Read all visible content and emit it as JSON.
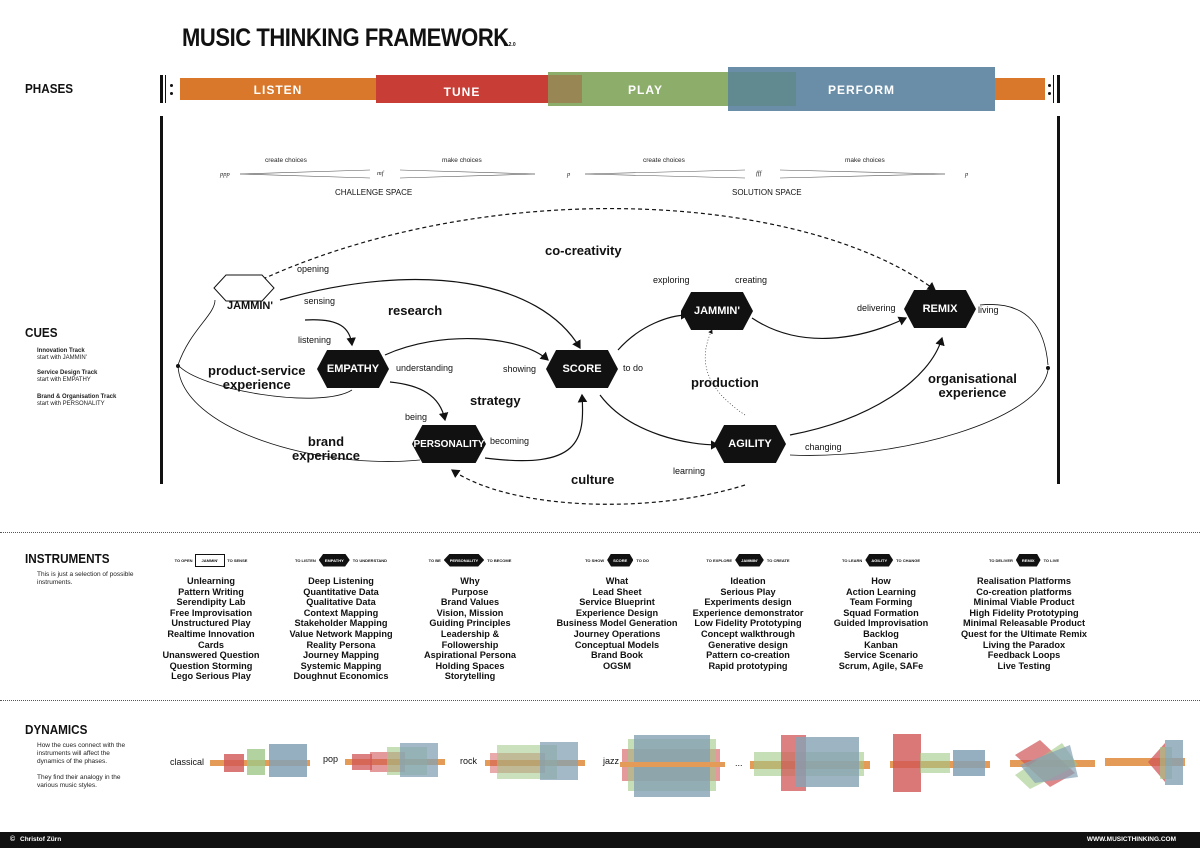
{
  "title": "MUSIC THINKING FRAMEWORK",
  "version": "V. 2.0",
  "sections": {
    "phases": "PHASES",
    "cues": "CUES",
    "instruments": "INSTRUMENTS",
    "dynamics": "DYNAMICS"
  },
  "phases": [
    {
      "label": "LISTEN",
      "color": "#d9782b"
    },
    {
      "label": "TUNE",
      "color": "#c83d35"
    },
    {
      "label": "PLAY",
      "color": "#7fa45a"
    },
    {
      "label": "PERFORM",
      "color": "#6a8ea8"
    }
  ],
  "colors": {
    "orange": "#e08a3c",
    "red": "#c9383a",
    "green": "#8fbf72",
    "blue": "#6f91a8",
    "black": "#111111"
  },
  "dynamics_scale": {
    "left": {
      "ppp": "ppp",
      "create": "create choices",
      "mf": "mf",
      "make": "make choices",
      "p": "p",
      "space": "CHALLENGE SPACE"
    },
    "right": {
      "create": "create choices",
      "fff": "fff",
      "make": "make choices",
      "p": "p",
      "space": "SOLUTION SPACE"
    }
  },
  "cues_tracks": [
    {
      "bold": "Innovation Track",
      "text": "start with JAMMIN'"
    },
    {
      "bold": "Service Design Track",
      "text": "start with EMPATHY"
    },
    {
      "bold": "Brand & Organisation Track",
      "text": "start with PERSONALITY"
    }
  ],
  "nodes": {
    "jammin1": "JAMMIN'",
    "empathy": "EMPATHY",
    "personality": "PERSONALITY",
    "score": "SCORE",
    "jammin2": "JAMMIN'",
    "agility": "AGILITY",
    "remix": "REMIX"
  },
  "edge_labels": {
    "opening": "opening",
    "sensing": "sensing",
    "listening": "listening",
    "understanding": "understanding",
    "being": "being",
    "becoming": "becoming",
    "showing": "showing",
    "to_do": "to do",
    "exploring": "exploring",
    "creating": "creating",
    "delivering": "delivering",
    "living": "living",
    "learning": "learning",
    "changing": "changing"
  },
  "big_labels": {
    "cocreativity": "co-creativity",
    "research": "research",
    "product_service": "product-service\nexperience",
    "strategy": "strategy",
    "brand": "brand\nexperience",
    "culture": "culture",
    "production": "production",
    "organisational": "organisational\nexperience"
  },
  "instruments_note": "This is just a selection of possible instruments.",
  "instruments": [
    {
      "pre": "TO OPEN",
      "node": "JAMMIN'",
      "post": "TO SENSE",
      "open": true,
      "items": [
        "Unlearning",
        "Pattern Writing",
        "Serendipity Lab",
        "Free Improvisation",
        "Unstructured Play",
        "Realtime Innovation",
        "Cards",
        "Unanswered Question",
        "Question Storming",
        "Lego Serious Play"
      ]
    },
    {
      "pre": "TO LISTEN",
      "node": "EMPATHY",
      "post": "TO UNDERSTAND",
      "open": false,
      "items": [
        "Deep Listening",
        "Quantitative Data",
        "Qualitative Data",
        "Context Mapping",
        "Stakeholder Mapping",
        "Value Network Mapping",
        "Reality Persona",
        "Journey Mapping",
        "Systemic Mapping",
        "Doughnut Economics"
      ]
    },
    {
      "pre": "TO BE",
      "node": "PERSONALITY",
      "post": "TO BECOME",
      "open": false,
      "items": [
        "Why",
        "Purpose",
        "Brand Values",
        "Vision, Mission",
        "Guiding Principles",
        "Leadership &",
        "Followership",
        "Aspirational Persona",
        "Holding Spaces",
        "Storytelling"
      ]
    },
    {
      "pre": "TO SHOW",
      "node": "SCORE",
      "post": "TO DO",
      "open": false,
      "items": [
        "What",
        "Lead Sheet",
        "Service Blueprint",
        "Experience Design",
        "Business Model Generation",
        "Journey Operations",
        "Conceptual Models",
        "Brand Book",
        "OGSM"
      ]
    },
    {
      "pre": "TO EXPLORE",
      "node": "JAMMIN'",
      "post": "TO CREATE",
      "open": false,
      "items": [
        "Ideation",
        "Serious Play",
        "Experiments design",
        "Experience demonstrator",
        "Low Fidelity Prototyping",
        "Concept walkthrough",
        "Generative design",
        "Pattern co-creation",
        "Rapid prototyping"
      ]
    },
    {
      "pre": "TO LEARN",
      "node": "AGILITY",
      "post": "TO CHANGE",
      "open": false,
      "items": [
        "How",
        "Action Learning",
        "Team Forming",
        "Squad Formation",
        "Guided Improvisation",
        "Backlog",
        "Kanban",
        "Service Scenario",
        "Scrum, Agile, SAFe"
      ]
    },
    {
      "pre": "TO DELIVER",
      "node": "REMIX",
      "post": "TO LIVE",
      "open": false,
      "items": [
        "Realisation Platforms",
        "Co-creation platforms",
        "Minimal Viable Product",
        "High Fidelity Prototyping",
        "Minimal Releasable Product",
        "Quest for the Ultimate Remix",
        "Living the Paradox",
        "Feedback Loops",
        "Live Testing"
      ]
    }
  ],
  "dynamics_note": "How the cues connect with the instruments will affect the dynamics of the phases.\n\nThey find their analogy in the various music styles.",
  "dynamics_styles": [
    "classical",
    "pop",
    "rock",
    "jazz",
    "..."
  ],
  "footer": {
    "author": "Christof Zürn",
    "site": "WWW.MUSICTHINKING.COM"
  }
}
